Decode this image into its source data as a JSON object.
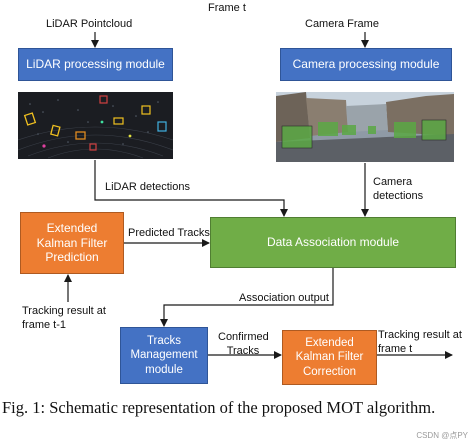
{
  "diagram": {
    "top_label": "Frame t",
    "inputs": {
      "lidar": "LiDAR Pointcloud",
      "camera": "Camera Frame"
    },
    "modules": {
      "lidar_processing": "LiDAR processing module",
      "camera_processing": "Camera processing module",
      "ekf_prediction": "Extended Kalman Filter Prediction",
      "data_association": "Data Association module",
      "tracks_management": "Tracks Management module",
      "ekf_correction": "Extended Kalman Filter Correction"
    },
    "edge_labels": {
      "lidar_detections": "LiDAR detections",
      "camera_detections": "Camera detections",
      "predicted_tracks": "Predicted Tracks",
      "association_output": "Association output",
      "confirmed_tracks": "Confirmed Tracks",
      "tracking_result_prev": "Tracking result at frame t-1",
      "tracking_result_out": "Tracking result at frame t"
    },
    "colors": {
      "processing": "#4472c4",
      "association": "#70ad47",
      "kalman": "#ed7d31"
    }
  },
  "caption": {
    "text": "Fig. 1: Schematic representation of the proposed MOT algorithm."
  },
  "watermark": "CSDN @点PY"
}
